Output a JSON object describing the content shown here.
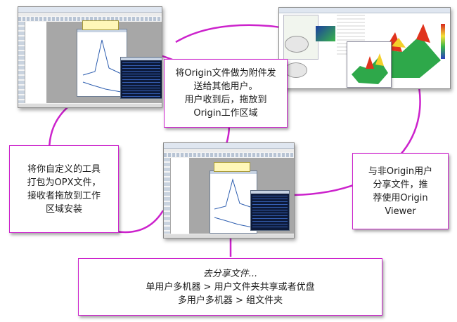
{
  "callouts": {
    "attach": {
      "lines": [
        "将Origin文件做为附件发",
        "送给其他用户。",
        "用户收到后，拖放到",
        "Origin工作区域"
      ]
    },
    "package": {
      "lines": [
        "将你自定义的工具",
        "打包为OPX文件，",
        "接收者拖放到工作",
        "区域安装"
      ]
    },
    "viewer": {
      "lines": [
        "与非Origin用户",
        "分享文件，推",
        "荐使用Origin",
        "Viewer"
      ]
    },
    "share": {
      "title": "去分享文件...",
      "lines": [
        "单用户多机器 > 用户文件夹共享或者优盘",
        "多用户多机器 > 组文件夹"
      ]
    }
  },
  "colors": {
    "connector": "#cc22cc",
    "border": "#cc22cc"
  },
  "screenshots": {
    "top_left": "origin-workspace",
    "center": "origin-workspace",
    "top_right": "origin-viewer-3d"
  }
}
